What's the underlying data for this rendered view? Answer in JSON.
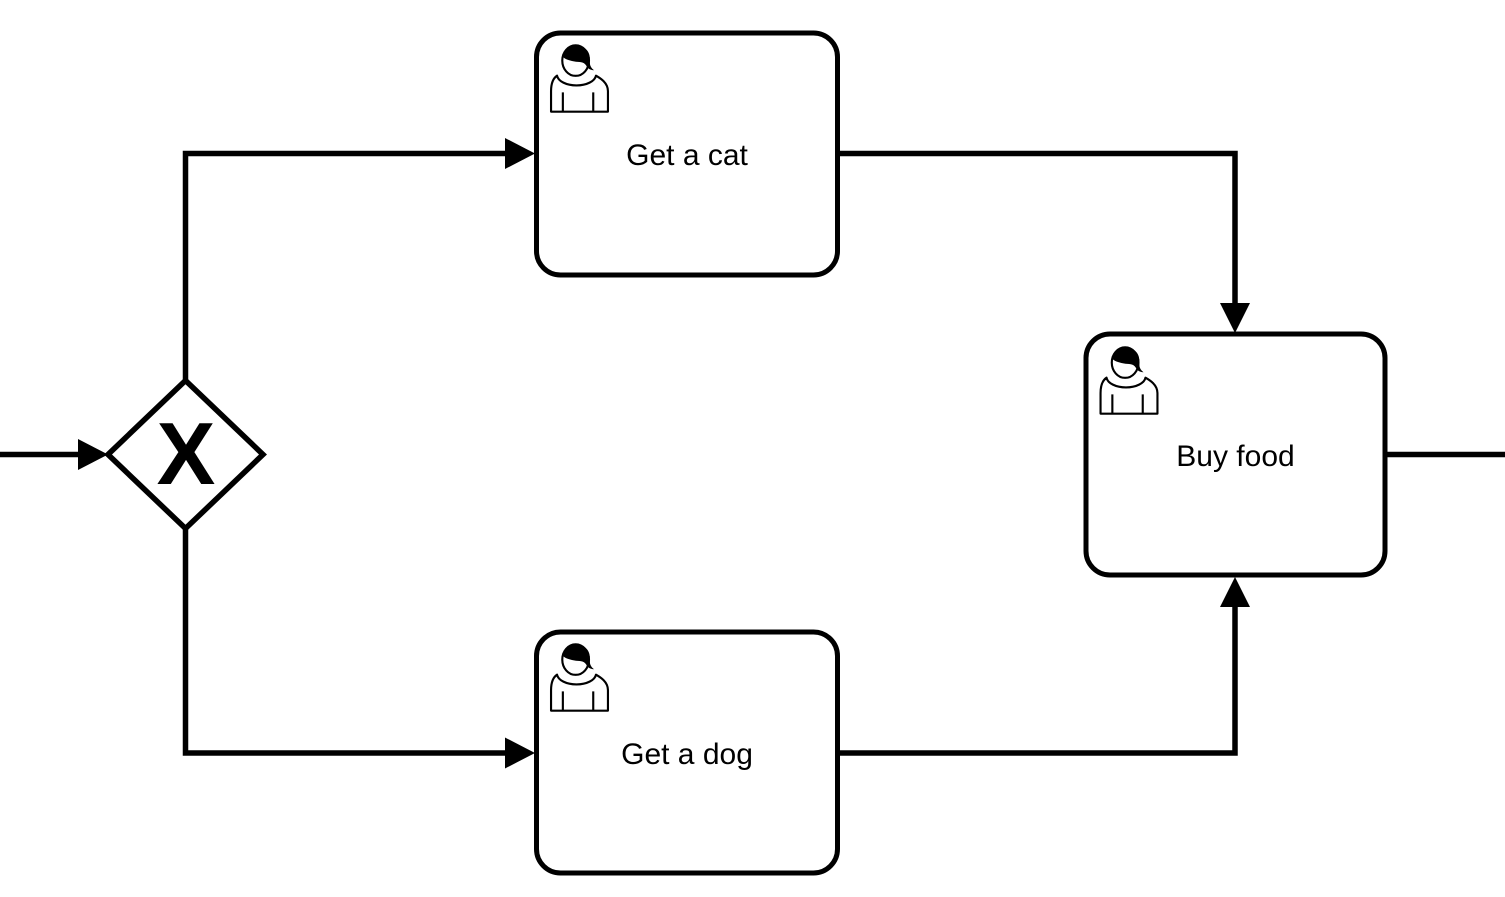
{
  "diagram": {
    "kind": "BPMN process diagram",
    "colors": {
      "background": "#ffffff",
      "stroke": "#000000",
      "fill": "#ffffff"
    },
    "gateway": {
      "type": "exclusive-gateway",
      "marker": "X"
    },
    "tasks": {
      "get_cat": {
        "label": "Get a cat",
        "type": "user-task"
      },
      "get_dog": {
        "label": "Get a dog",
        "type": "user-task"
      },
      "buy_food": {
        "label": "Buy food",
        "type": "user-task"
      }
    },
    "flows": [
      {
        "from": "left-edge",
        "to": "exclusive-gateway"
      },
      {
        "from": "exclusive-gateway",
        "to": "Get a cat"
      },
      {
        "from": "exclusive-gateway",
        "to": "Get a dog"
      },
      {
        "from": "Get a cat",
        "to": "Buy food"
      },
      {
        "from": "Get a dog",
        "to": "Buy food"
      },
      {
        "from": "Buy food",
        "to": "right-edge"
      }
    ]
  }
}
